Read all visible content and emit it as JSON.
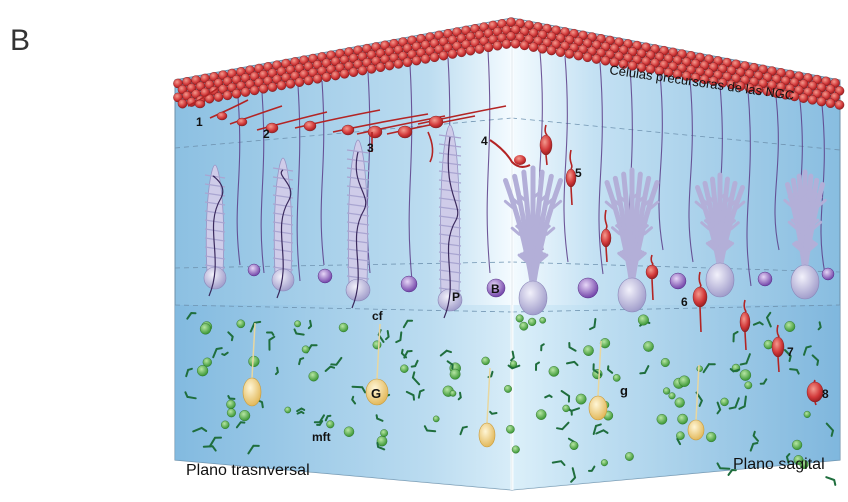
{
  "figure": {
    "panel_letter": "B",
    "title_label": "Células precursoras de las NGC",
    "planes": {
      "left": "Plano trasnversal",
      "right": "Plano sagital"
    },
    "stage_labels": [
      "1",
      "2",
      "3",
      "4",
      "5",
      "6",
      "7",
      "8"
    ],
    "structure_labels": {
      "climbing_fiber": "cf",
      "purkinje": "P",
      "basket": "B",
      "golgi": "G",
      "granule": "g",
      "mossy_fiber_terminal": "mft"
    }
  },
  "colors": {
    "precursor_red": "#c0282a",
    "migrating_neuron": "#b32424",
    "purkinje_lavender": "#c9c6e6",
    "interneuron_purple": "#7d4bb3",
    "granule_green": "#4caf3b",
    "golgi_yellow": "#f2d27a",
    "layer_blue_light": "#d6ecf7",
    "layer_blue_dark": "#7fb7de"
  },
  "icons": [
    "precursor-cell-icon",
    "purkinje-cell-icon",
    "basket-cell-icon",
    "granule-cell-icon",
    "golgi-cell-icon",
    "migrating-neuron-icon"
  ]
}
